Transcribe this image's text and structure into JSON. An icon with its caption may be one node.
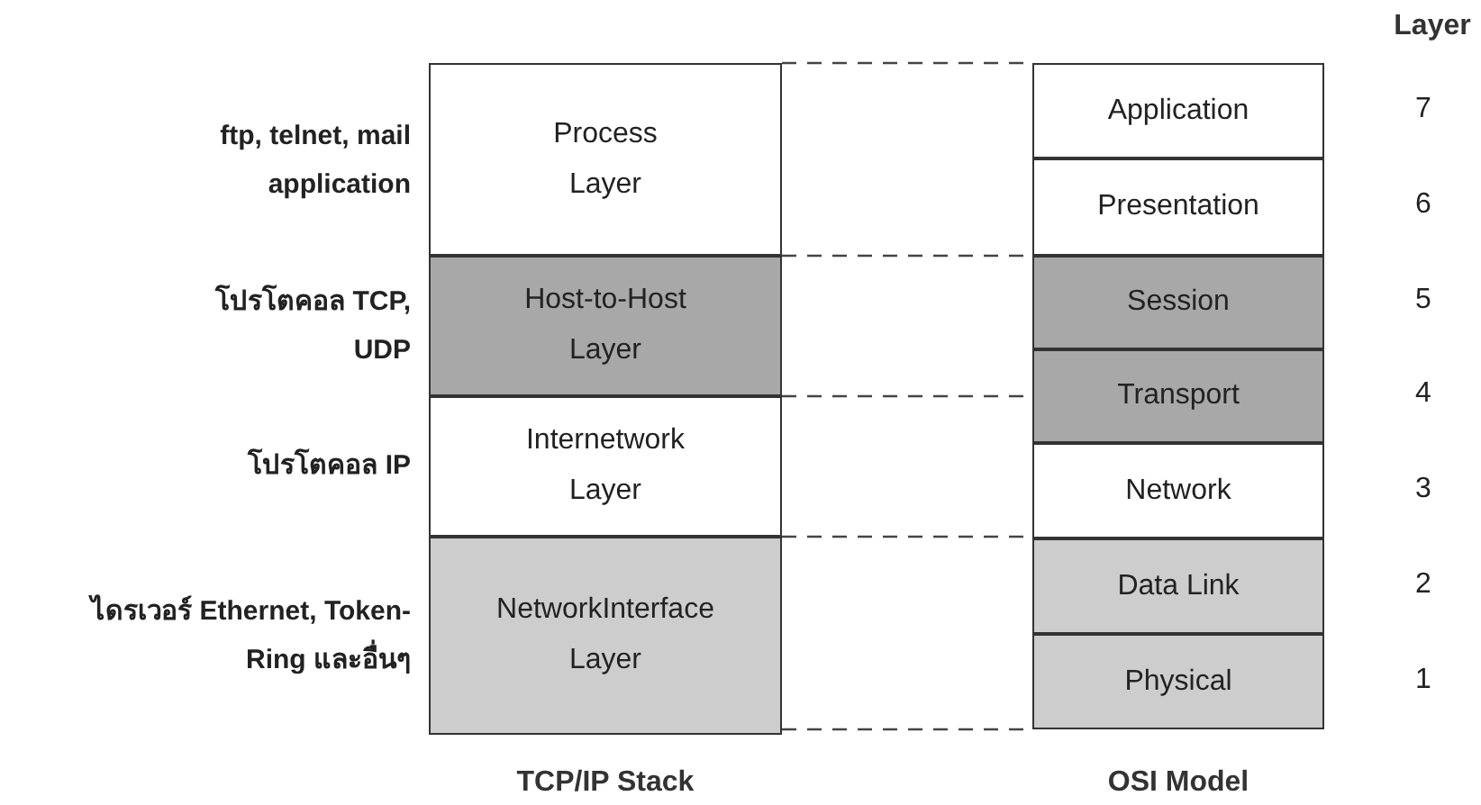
{
  "diagram": {
    "nodes": [
      {
        "text": [
          "Process Layer"
        ],
        "beside": [
          "ftp, telnet, mail application"
        ]
      },
      {
        "text": [
          "Host-to-Host Layer"
        ],
        "beside": [
          "โปรโตคอล TCP, UDP"
        ]
      },
      {
        "text": [
          "Internetwork Layer"
        ],
        "beside": [
          "โปรโตคอล IP"
        ]
      },
      {
        "text": [
          "NetworkInterface Layer"
        ],
        "beside": [
          "ไดรเวอร์ Ethernet, Token-Ring และอื่นๆ"
        ]
      },
      {
        "text": [
          "Application"
        ],
        "beside": [
          "7"
        ]
      },
      {
        "text": [
          "Presentation"
        ],
        "beside": [
          "6"
        ]
      },
      {
        "text": [
          "Session"
        ],
        "beside": [
          "5"
        ]
      },
      {
        "text": [
          "Transport"
        ],
        "beside": [
          "4"
        ]
      },
      {
        "text": [
          "Network"
        ],
        "beside": [
          "3"
        ]
      },
      {
        "text": [
          "Data Link"
        ],
        "beside": [
          "2"
        ]
      },
      {
        "text": [
          "Physical"
        ],
        "beside": [
          "1"
        ]
      }
    ],
    "edges": [
      {
        "from": 0,
        "to": 4,
        "arrow": "none",
        "style": "dashed"
      },
      {
        "from": 1,
        "to": 6,
        "arrow": "none",
        "style": "dashed"
      },
      {
        "from": 1,
        "to": 7,
        "arrow": "none",
        "style": "dashed"
      },
      {
        "from": 2,
        "to": 8,
        "arrow": "none",
        "style": "dashed"
      },
      {
        "from": 3,
        "to": 10,
        "arrow": "none",
        "style": "dashed"
      }
    ],
    "labels": [
      "Layer",
      "TCP/IP Stack",
      "OSI Model"
    ]
  }
}
